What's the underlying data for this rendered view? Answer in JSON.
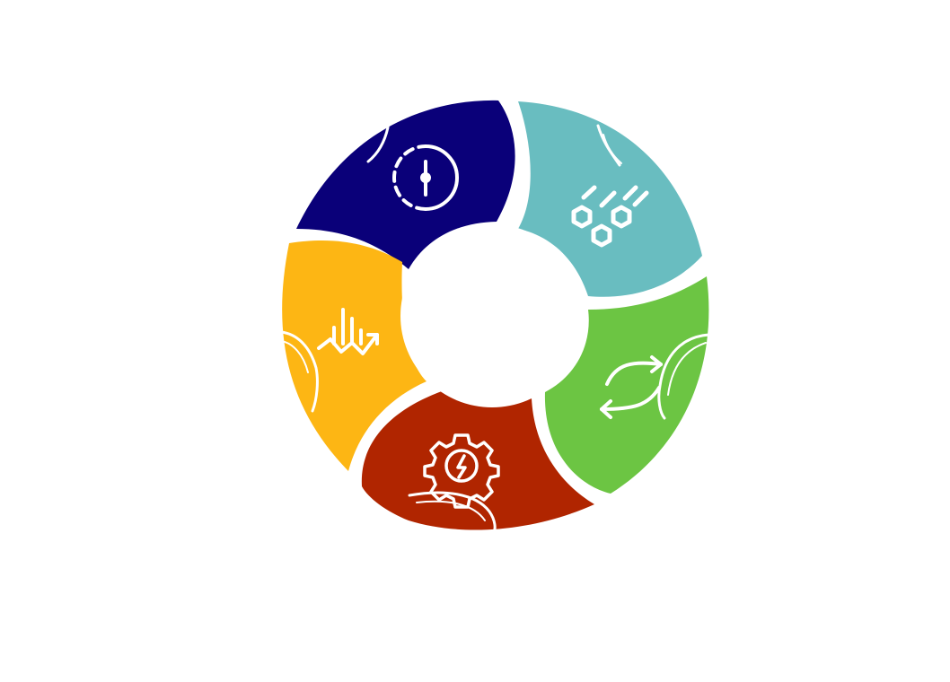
{
  "diagram": {
    "type": "cycle",
    "segments": [
      {
        "id": "timer",
        "color": "#0a0079",
        "icon": "timer-icon"
      },
      {
        "id": "molecule",
        "color": "#69bdc0",
        "icon": "molecule-icon"
      },
      {
        "id": "shuffle",
        "color": "#6cc543",
        "icon": "shuffle-arrows-icon"
      },
      {
        "id": "gear",
        "color": "#b02500",
        "icon": "gear-lightning-icon"
      },
      {
        "id": "growth",
        "color": "#fdb614",
        "icon": "growth-chart-icon"
      }
    ],
    "background": "#ffffff"
  }
}
